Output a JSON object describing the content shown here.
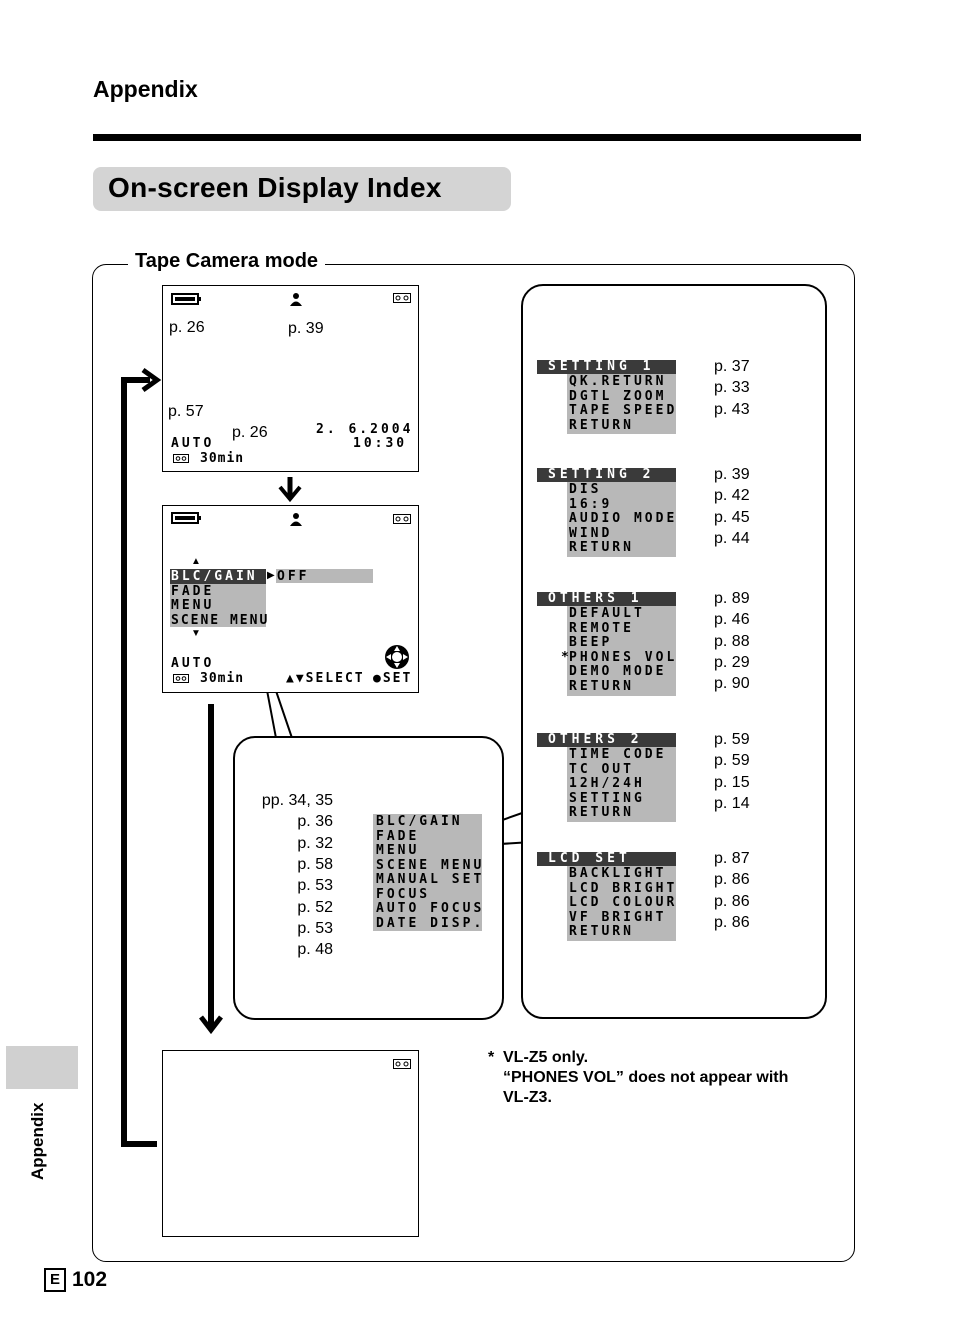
{
  "header": {
    "section": "Appendix",
    "title": "On-screen Display Index"
  },
  "mode_label": "Tape Camera mode",
  "screen1": {
    "ref_battery": "p. 26",
    "ref_person": "p. 39",
    "ref_auto": "p. 57",
    "ref_tape": "p. 26",
    "auto": "AUTO",
    "tape_time": "30min",
    "date": "2. 6.2004",
    "time": "10:30"
  },
  "screen2": {
    "up": "▲",
    "down": "▼",
    "items": [
      "BLC/GAIN",
      "FADE",
      "MENU",
      "SCENE MENU"
    ],
    "pointer": "▶",
    "value": "OFF",
    "auto": "AUTO",
    "tape_time": "30min",
    "select": "▲▼SELECT",
    "set": "●SET"
  },
  "callout_menu": {
    "items": [
      "BLC/GAIN",
      "FADE",
      "MENU",
      "SCENE MENU",
      "MANUAL SET",
      "FOCUS",
      "AUTO FOCUS",
      "DATE DISP."
    ],
    "refs": [
      "pp. 34, 35",
      "p. 36",
      "p. 32",
      "p. 58",
      "p. 53",
      "p. 52",
      "p. 53",
      "p. 48"
    ]
  },
  "menus": [
    {
      "title": "SETTING 1",
      "items": [
        "QK.RETURN",
        "DGTL ZOOM",
        "TAPE SPEED",
        "RETURN"
      ],
      "refs": [
        "p. 37",
        "p. 33",
        "p. 43"
      ]
    },
    {
      "title": "SETTING 2",
      "items": [
        "DIS",
        "16:9",
        "AUDIO MODE",
        "WIND",
        "RETURN"
      ],
      "refs": [
        "p. 39",
        "p. 42",
        "p. 45",
        "p. 44"
      ]
    },
    {
      "title": "OTHERS 1",
      "items": [
        "DEFAULT",
        "REMOTE",
        "BEEP",
        "PHONES VOL",
        "DEMO MODE",
        "RETURN"
      ],
      "refs": [
        "p. 89",
        "p. 46",
        "p. 88",
        "p. 29",
        "p. 90"
      ],
      "star": "*"
    },
    {
      "title": "OTHERS 2",
      "items": [
        "TIME CODE",
        "TC OUT",
        "12H/24H",
        "SETTING",
        "RETURN"
      ],
      "refs": [
        "p. 59",
        "p. 59",
        "p. 15",
        "p. 14"
      ]
    },
    {
      "title": "LCD SET",
      "items": [
        "BACKLIGHT",
        "LCD BRIGHT",
        "LCD COLOUR",
        "VF BRIGHT",
        "RETURN"
      ],
      "refs": [
        "p. 87",
        "p. 86",
        "p. 86",
        "p. 86"
      ]
    }
  ],
  "footnote": {
    "star": "*",
    "line1": "VL-Z5 only.",
    "line2": "“PHONES VOL” does not appear with",
    "line3": "VL-Z3."
  },
  "sidebar": {
    "label": "Appendix"
  },
  "footer": {
    "lang": "E",
    "page": "102"
  }
}
